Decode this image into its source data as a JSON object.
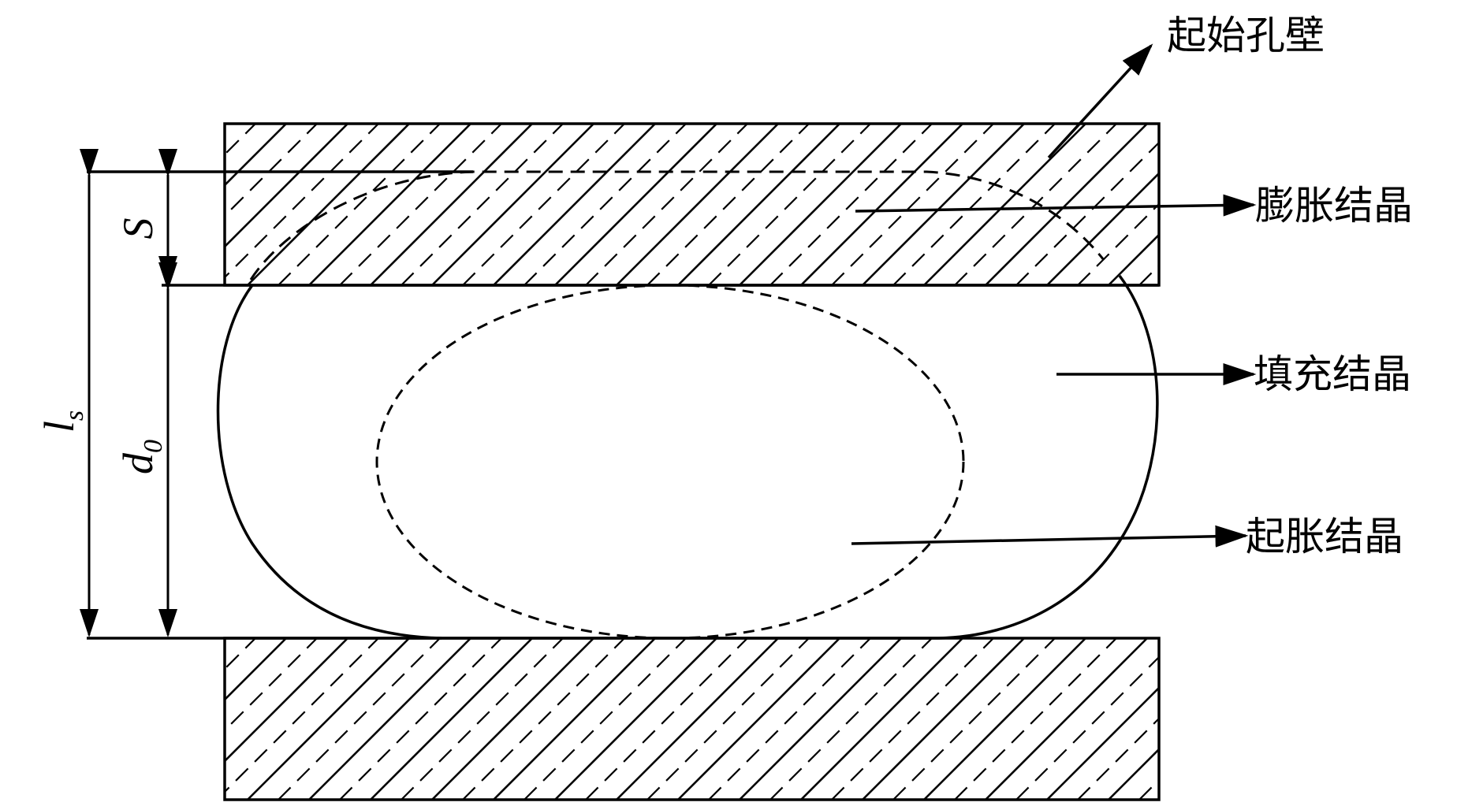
{
  "labels": {
    "initial_hole_wall": "起始孔壁",
    "expansion_crystal": "膨胀结晶",
    "filling_crystal": "填充结晶",
    "initial_expansion_crystal": "起胀结晶"
  },
  "dimensions": {
    "s": "S",
    "ls_main": "l",
    "ls_sub": "s",
    "d0_main": "d",
    "d0_sub": "0"
  },
  "colors": {
    "line": "#000000",
    "background": "#ffffff"
  }
}
